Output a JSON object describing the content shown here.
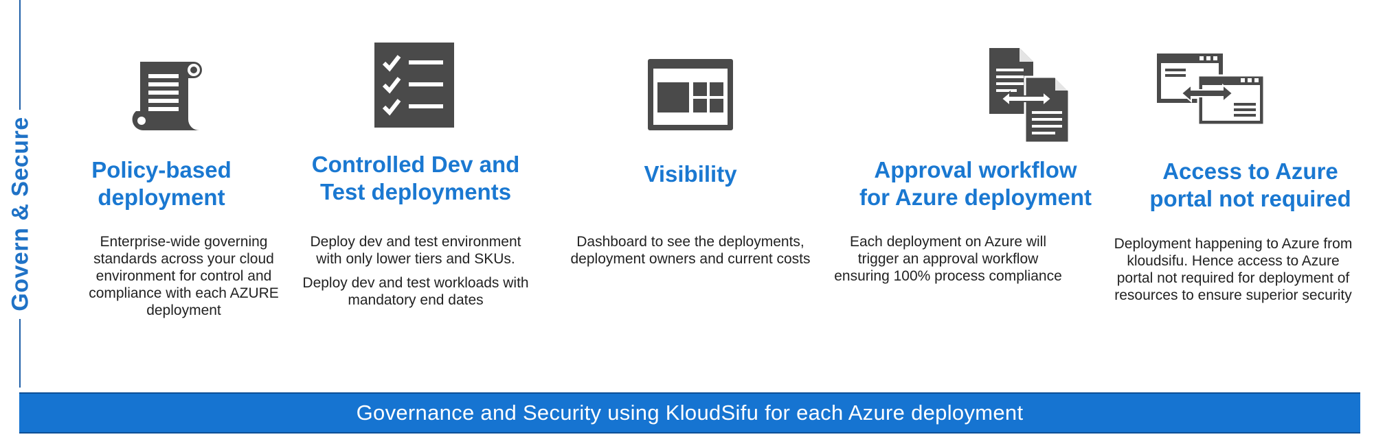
{
  "side_label": "Govern & Secure",
  "features": [
    {
      "icon": "policy-scroll-icon",
      "title": "Policy-based deployment",
      "description": [
        "Enterprise-wide governing standards across your cloud environment for control and compliance with each AZURE deployment"
      ]
    },
    {
      "icon": "checklist-icon",
      "title": "Controlled Dev and Test deployments",
      "description": [
        "Deploy dev and test environment with only lower tiers and SKUs.",
        "Deploy dev and test workloads with mandatory end dates"
      ]
    },
    {
      "icon": "dashboard-icon",
      "title": "Visibility",
      "description": [
        "Dashboard to see the deployments, deployment owners and current costs"
      ]
    },
    {
      "icon": "document-exchange-icon",
      "title": "Approval workflow for Azure deployment",
      "description": [
        "Each deployment on Azure will trigger an approval workflow ensuring 100% process compliance"
      ]
    },
    {
      "icon": "window-transfer-icon",
      "title": "Access to Azure portal not required",
      "description": [
        "Deployment happening to Azure from kloudsifu. Hence access to Azure portal not required for deployment of resources to ensure superior security"
      ]
    }
  ],
  "banner": {
    "text": "Governance and Security using KloudSifu for each Azure deployment"
  },
  "colors": {
    "accent": "#1a78d1",
    "banner": "#1674d1",
    "icon": "#4a4a4a"
  }
}
